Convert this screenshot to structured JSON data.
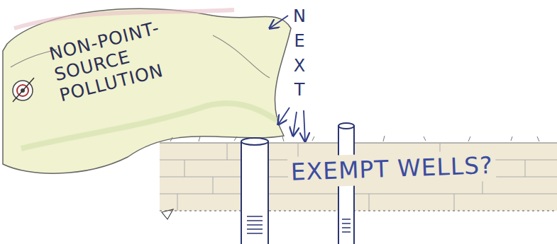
{
  "diagram": {
    "nodes": [
      {
        "text": [
          "NON-POINT- SOURCE POLLUTION"
        ]
      },
      {
        "text": [
          "EXEMPT WELLS?"
        ]
      }
    ],
    "labels": [
      "NEXT"
    ]
  }
}
